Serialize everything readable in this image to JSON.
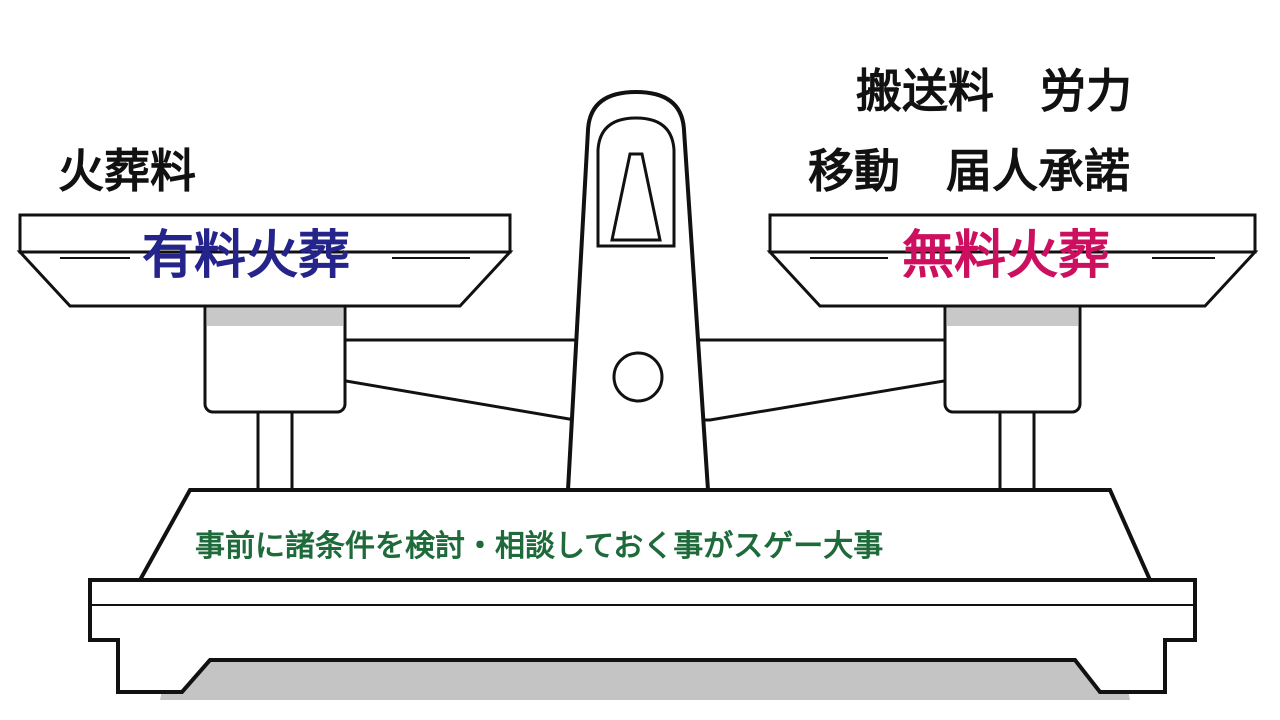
{
  "left_pan": {
    "label": "有料火葬",
    "top_text": "火葬料"
  },
  "right_pan": {
    "label": "無料火葬",
    "top_text_line1": "搬送料　労力",
    "top_text_line2": "移動　届人承諾"
  },
  "base": {
    "text": "事前に諸条件を検討・相談しておく事がスゲー大事"
  },
  "colors": {
    "left_label": "#24248a",
    "right_label": "#cc0f5f",
    "base_text": "#1e6a3a",
    "outline": "#111111",
    "shadow": "#bdbdbd"
  }
}
